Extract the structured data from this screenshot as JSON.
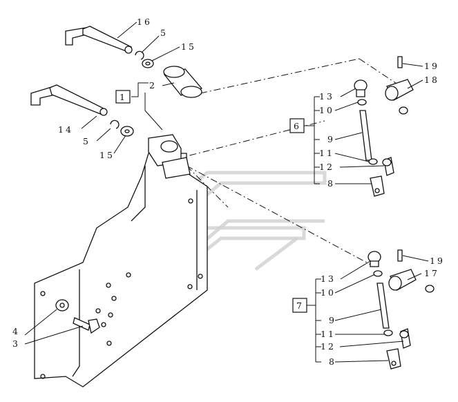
{
  "diagram": {
    "callouts": {
      "c1": "1",
      "c2": "2",
      "c3": "3",
      "c4": "4",
      "c5a": "5",
      "c5b": "5",
      "c6": "6",
      "c7": "7",
      "c8a": "8",
      "c8b": "8",
      "c9a": "9",
      "c9b": "9",
      "c10a": "10",
      "c10b": "10",
      "c11a": "11",
      "c11b": "11",
      "c12a": "12",
      "c12b": "12",
      "c13a": "13",
      "c13b": "13",
      "c14": "14",
      "c15a": "15",
      "c15b": "15",
      "c16": "16",
      "c17": "17",
      "c18": "18",
      "c19a": "19",
      "c19b": "19"
    }
  }
}
